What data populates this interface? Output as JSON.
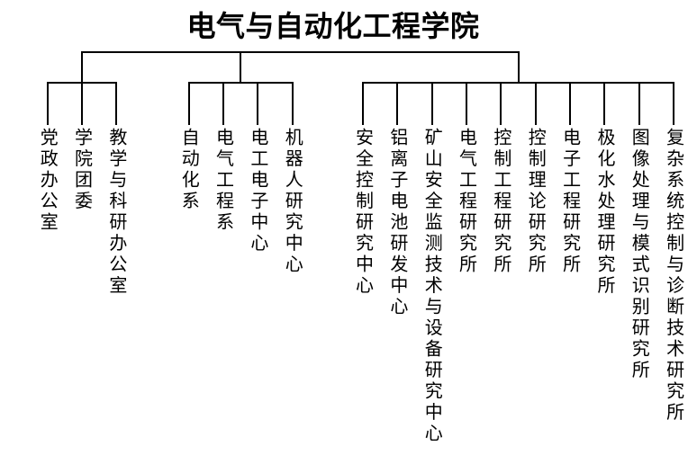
{
  "title": "电气与自动化工程学院",
  "org": {
    "root": "电气与自动化工程学院",
    "groups": [
      {
        "name": "administrative-offices",
        "items": [
          "党政办公室",
          "学院团委",
          "教学与科研办公室"
        ]
      },
      {
        "name": "departments-and-centers",
        "items": [
          "自动化系",
          "电气工程系",
          "电工电子中心",
          "机器人研究中心"
        ]
      },
      {
        "name": "research-institutes",
        "items": [
          "安全控制研究中心",
          "铝离子电池研发中心",
          "矿山安全监测技术与设备研究中心",
          "电气工程研究所",
          "控制工程研究所",
          "控制理论研究所",
          "电子工程研究所",
          "极化水处理研究所",
          "图像处理与模式识别研究所",
          "复杂系统控制与诊断技术研究所"
        ]
      }
    ]
  },
  "colors": {
    "line": "#000000",
    "text": "#000000",
    "background": "#ffffff"
  }
}
